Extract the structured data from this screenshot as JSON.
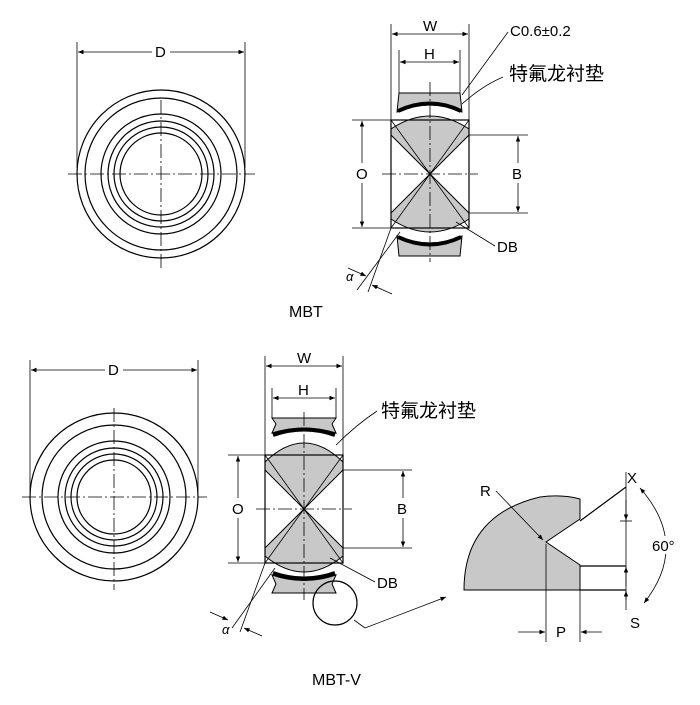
{
  "top": {
    "caption": "MBT",
    "dim_D": "D",
    "dim_W": "W",
    "dim_H": "H",
    "dim_O": "O",
    "dim_B": "B",
    "dim_DB": "DB",
    "alpha": "α",
    "chamfer": "C0.6±0.2",
    "liner_label": "特氟龙衬垫"
  },
  "bottom": {
    "caption": "MBT-V",
    "dim_D": "D",
    "dim_W": "W",
    "dim_H": "H",
    "dim_O": "O",
    "dim_B": "B",
    "dim_DB": "DB",
    "alpha": "α",
    "liner_label": "特氟龙衬垫"
  },
  "detail": {
    "R": "R",
    "X": "X",
    "P": "P",
    "S": "S",
    "angle": "60°"
  }
}
